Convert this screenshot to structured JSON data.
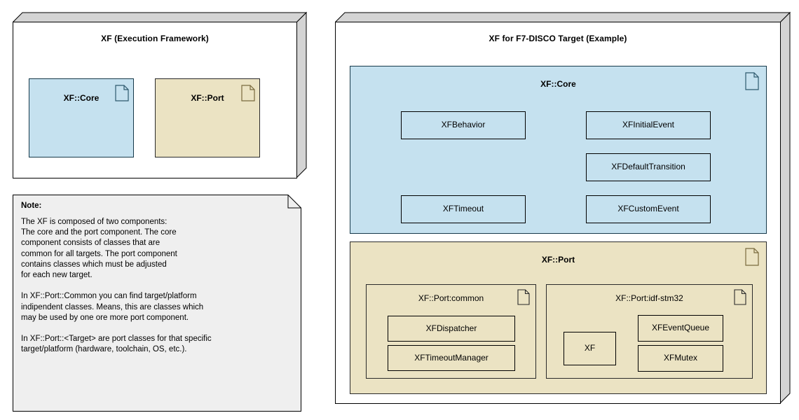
{
  "diagram": {
    "type": "uml-package-diagram",
    "background": "#ffffff",
    "colors": {
      "core_fill": "#c5e1ef",
      "core_border": "#16394a",
      "port_fill": "#ebe3c3",
      "port_border": "#2a2a2a",
      "frame_shadow": "#d4d4d4",
      "note_fill": "#efefef",
      "line": "#000000"
    }
  },
  "left_package": {
    "title": "XF (Execution Framework)",
    "components": [
      {
        "label": "XF::Core",
        "icon": "document-icon",
        "fill": "#c5e1ef"
      },
      {
        "label": "XF::Port",
        "icon": "document-icon",
        "fill": "#ebe3c3"
      }
    ]
  },
  "note": {
    "title": "Note:",
    "body": "The XF is composed of two components:\nThe core and the port component. The core\ncomponent consists of classes that are\ncommon for all targets. The port component\ncontains classes which must be adjusted\nfor each new target.\n\nIn XF::Port::Common you can find target/platform\nindipendent classes. Means, this are classes which\nmay be used by one ore more port component.\n\nIn XF::Port::<Target> are port classes for that specific\ntarget/platform (hardware, toolchain, OS, etc.)."
  },
  "right_package": {
    "title": "XF for F7-DISCO Target (Example)",
    "core": {
      "title": "XF::Core",
      "icon": "document-icon",
      "classes": [
        {
          "label": "XFBehavior"
        },
        {
          "label": "XFInitialEvent"
        },
        {
          "label": "XFDefaultTransition"
        },
        {
          "label": "XFTimeout"
        },
        {
          "label": "XFCustomEvent"
        }
      ]
    },
    "port": {
      "title": "XF::Port",
      "icon": "document-icon",
      "subpackages": [
        {
          "title": "XF::Port:common",
          "icon": "document-icon",
          "classes": [
            {
              "label": "XFDispatcher"
            },
            {
              "label": "XFTimeoutManager"
            }
          ]
        },
        {
          "title": "XF::Port:idf-stm32",
          "icon": "document-icon",
          "classes": [
            {
              "label": "XF"
            },
            {
              "label": "XFEventQueue"
            },
            {
              "label": "XFMutex"
            }
          ]
        }
      ]
    }
  }
}
